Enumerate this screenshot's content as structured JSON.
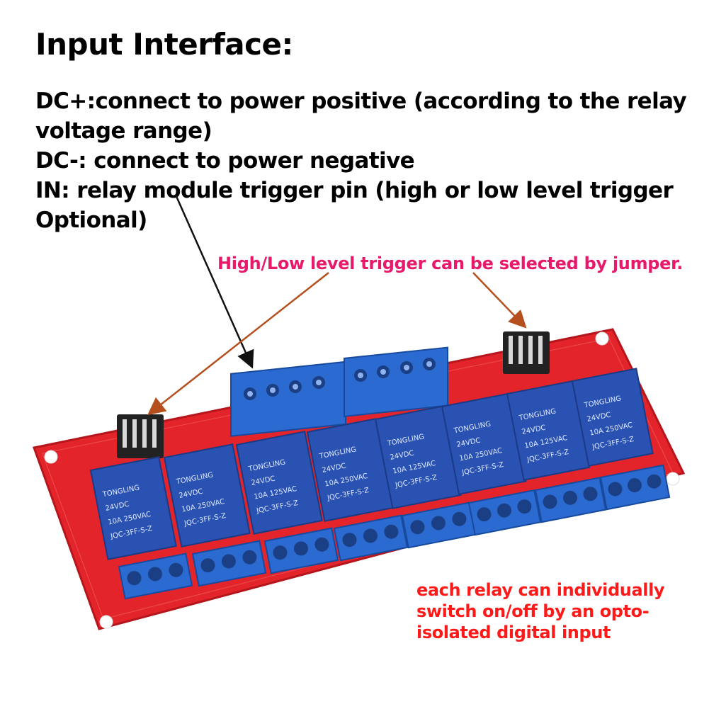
{
  "heading": "Input Interface:",
  "desc": {
    "dc_plus": "DC+:connect to power positive (according to the relay voltage range)",
    "dc_minus": "DC-: connect to power negative",
    "in": "IN: relay module trigger pin (high or low level trigger Optional)"
  },
  "annotation_top": "High/Low level trigger can be selected by jumper.",
  "annotation_bottom": "each relay can individually switch on/off by an opto-isolated digital input",
  "relay": {
    "brand": "TONGLING",
    "model": "JQC-3FF-S-Z",
    "rating_1": "10A 250VAC",
    "rating_2": "10A 125VAC",
    "voltage": "24VDC"
  },
  "colors": {
    "board": "#e3242b",
    "relay": "#2a52b3",
    "terminal": "#2b6ad0",
    "annotation_top": "#e8196b",
    "annotation_bottom": "#ff1a1a",
    "arrow": "#b5501e"
  }
}
